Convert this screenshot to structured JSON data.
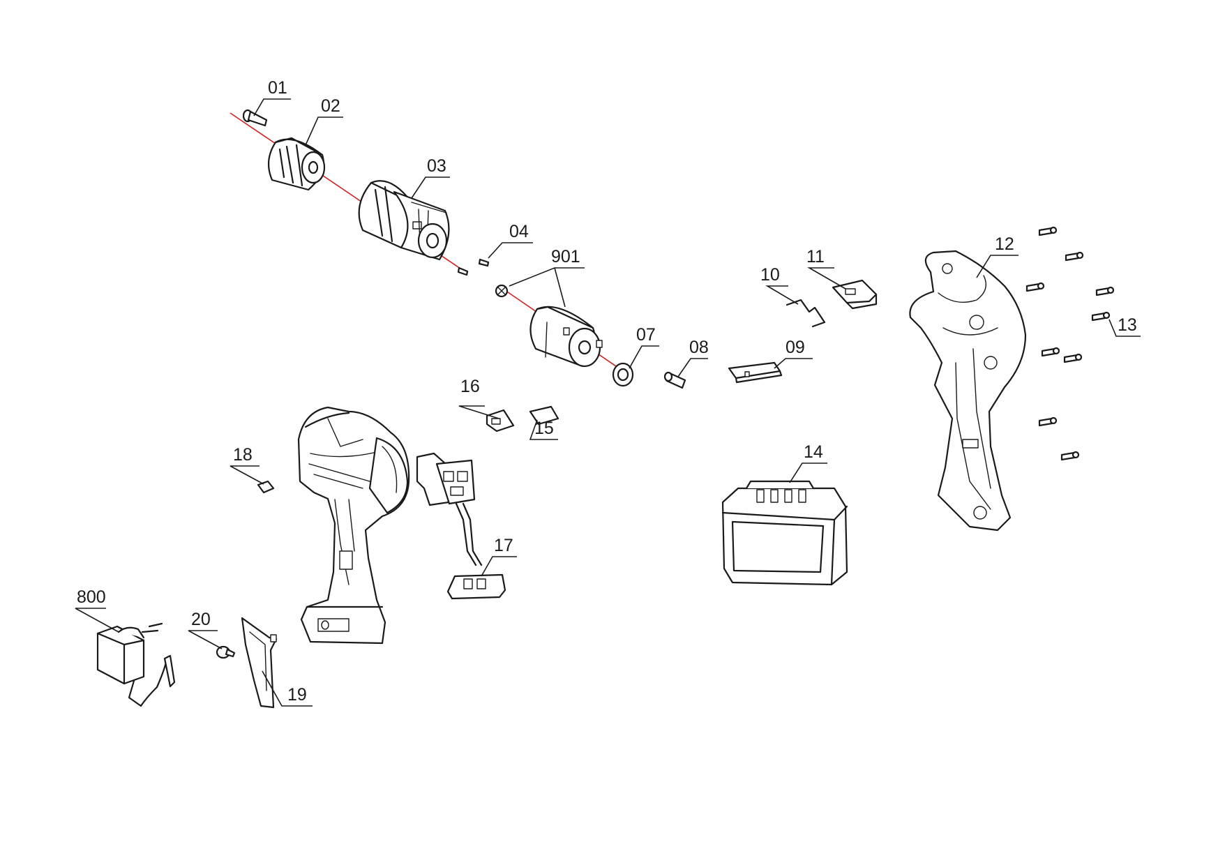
{
  "callouts": [
    {
      "id": "p01",
      "label": "01",
      "name": "screw"
    },
    {
      "id": "p02",
      "label": "02",
      "name": "chuck"
    },
    {
      "id": "p03",
      "label": "03",
      "name": "gearbox"
    },
    {
      "id": "p04",
      "label": "04",
      "name": "screw"
    },
    {
      "id": "p901",
      "label": "901",
      "name": "motor-with-pinion"
    },
    {
      "id": "p07",
      "label": "07",
      "name": "bearing"
    },
    {
      "id": "p08",
      "label": "08",
      "name": "pin"
    },
    {
      "id": "p09",
      "label": "09",
      "name": "direction-slide"
    },
    {
      "id": "p10",
      "label": "10",
      "name": "spring"
    },
    {
      "id": "p11",
      "label": "11",
      "name": "switch-part"
    },
    {
      "id": "p12",
      "label": "12",
      "name": "housing-half"
    },
    {
      "id": "p13",
      "label": "13",
      "name": "housing-screws"
    },
    {
      "id": "p14",
      "label": "14",
      "name": "battery-pack"
    },
    {
      "id": "p15",
      "label": "15",
      "name": "plate"
    },
    {
      "id": "p16",
      "label": "16",
      "name": "clip"
    },
    {
      "id": "p17",
      "label": "17",
      "name": "switch-assembly"
    },
    {
      "id": "p18",
      "label": "18",
      "name": "led"
    },
    {
      "id": "p19",
      "label": "19",
      "name": "belt-clip"
    },
    {
      "id": "p20",
      "label": "20",
      "name": "screw"
    },
    {
      "id": "p800",
      "label": "800",
      "name": "charger"
    }
  ],
  "colors": {
    "line": "#1a1a1a",
    "axis": "#d31f1f",
    "background": "#ffffff"
  }
}
